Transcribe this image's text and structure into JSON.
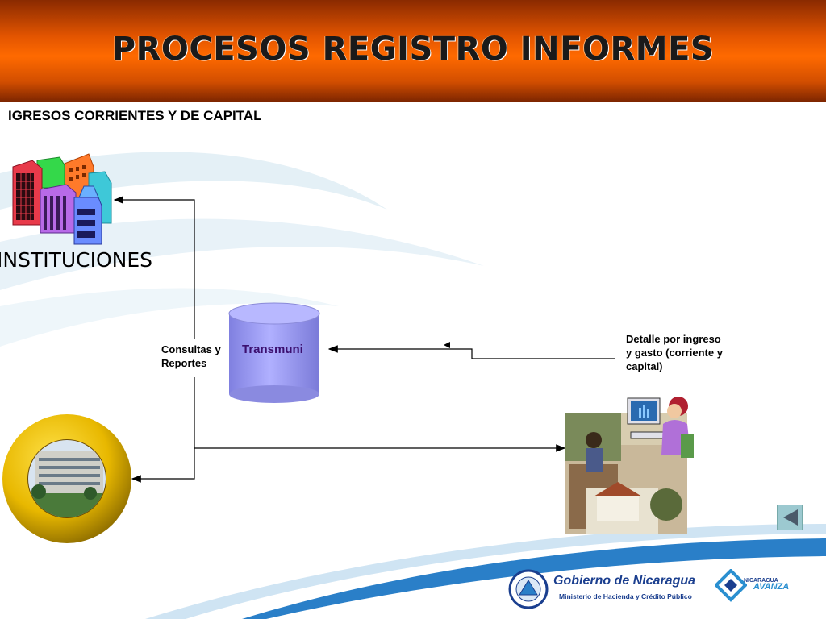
{
  "slide": {
    "title": "PROCESOS REGISTRO INFORMES",
    "subtitle": "IGRESOS CORRIENTES Y DE CAPITAL"
  },
  "diagram": {
    "instituciones_label": "INSTITUCIONES",
    "consultas_label": "Consultas y Reportes",
    "database_label": "Transmuni",
    "detalle_label": "Detalle por ingreso y gasto (corriente y capital)"
  },
  "footer": {
    "gobierno": "Gobierno de Nicaragua",
    "ministerio": "Ministerio de Hacienda y Crédito Público",
    "avanza_top": "NICARAGUA",
    "avanza": "AVANZA"
  },
  "icons": {
    "nav": "previous-slide-icon",
    "buildings": "buildings-icon",
    "ministry": "ministry-building-photo",
    "office": "office-worker-clipart",
    "database": "database-cylinder-icon"
  },
  "colors": {
    "header_orange": "#ff6a00",
    "swoosh_blue": "#2a7fc8",
    "db_fill": "#9f9ff0",
    "gold_ring": "#e8b800"
  }
}
